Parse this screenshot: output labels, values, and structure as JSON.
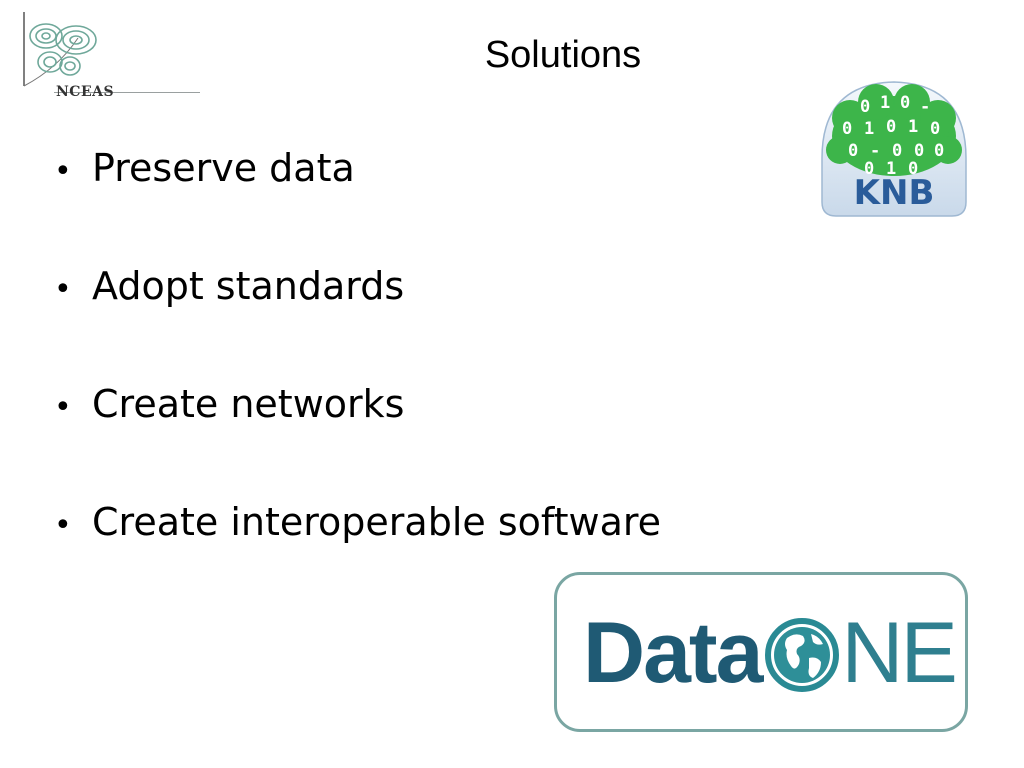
{
  "slide": {
    "title": "Solutions",
    "bullets": [
      {
        "text": "Preserve data"
      },
      {
        "text": "Adopt standards"
      },
      {
        "text": "Create networks"
      },
      {
        "text": "Create interoperable software"
      }
    ],
    "bullet_glyph": "•"
  },
  "logos": {
    "nceas": {
      "text": "NCEAS"
    },
    "knb": {
      "text": "KNB",
      "binary_pattern": "0 1 0 0 1 0 1 0 0 0"
    },
    "dataone": {
      "part1": "Data",
      "part2": "NE"
    }
  },
  "colors": {
    "knb_green": "#3db54a",
    "knb_blue": "#2a5c9a",
    "dataone_blue": "#1f5a74",
    "dataone_teal": "#2f7f8f",
    "dataone_border": "#7aa6a3"
  }
}
